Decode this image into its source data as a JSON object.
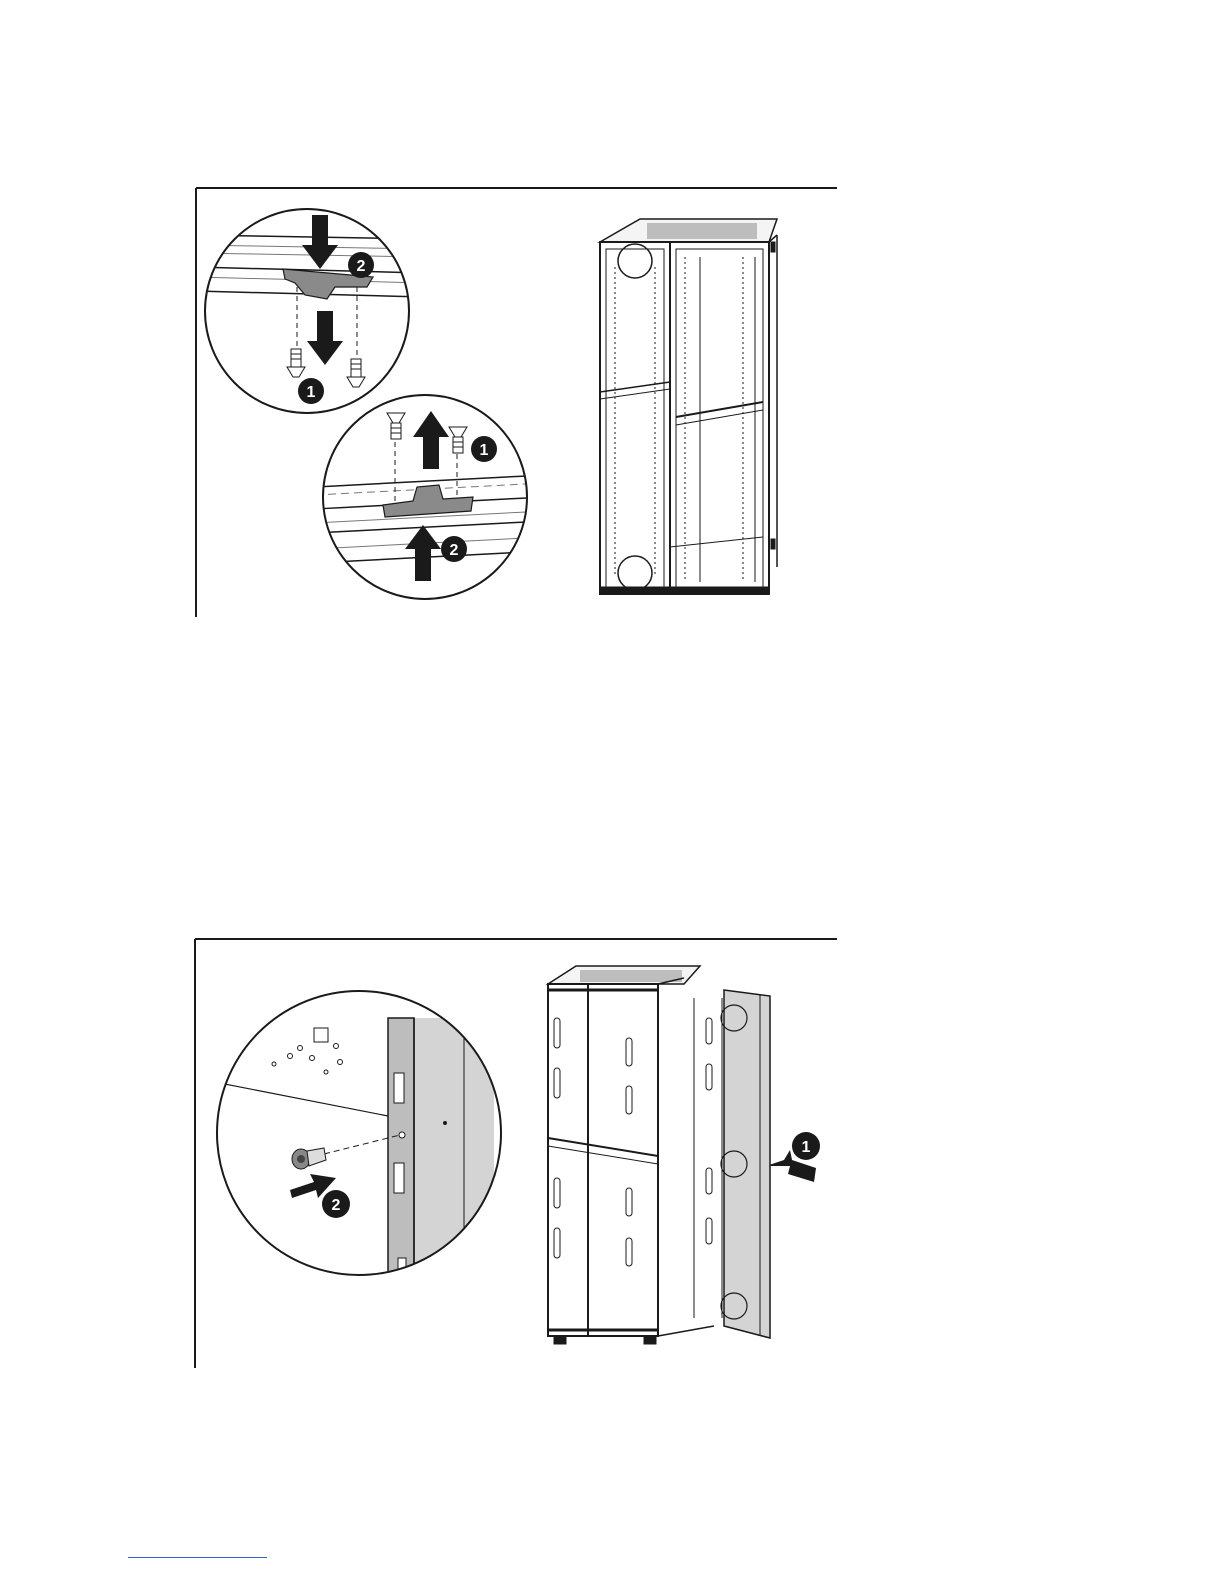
{
  "figures": [
    {
      "id": "figure-1",
      "callouts": [
        "2",
        "1",
        "1",
        "2"
      ]
    },
    {
      "id": "figure-2",
      "callouts": [
        "1",
        "2"
      ]
    }
  ],
  "colors": {
    "line": "#1a1a1a",
    "panel_fill": "#d4d4d4",
    "perforation": "#9a9a9a",
    "footer_rule": "#3a5fcd"
  }
}
